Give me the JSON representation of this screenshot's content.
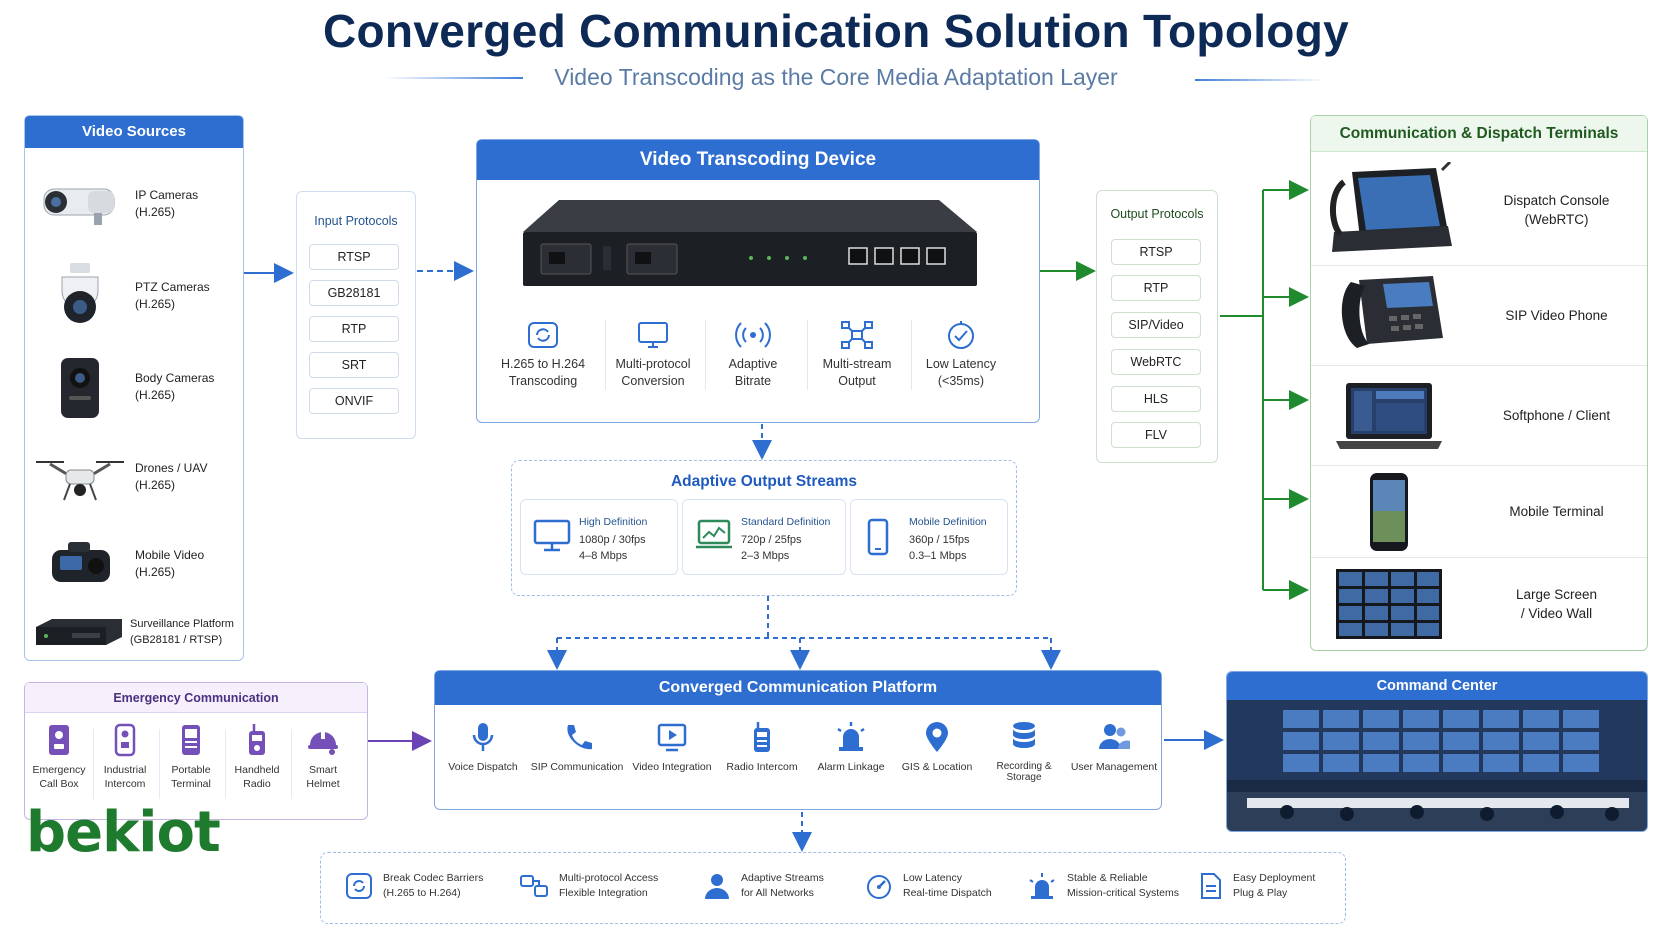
{
  "title": "Converged Communication Solution Topology",
  "subtitle": "Video Transcoding as the Core Media Adaptation Layer",
  "video_sources": {
    "heading": "Video Sources",
    "items": [
      {
        "label": "IP Cameras\n(H.265)",
        "icon": "ip-camera-icon"
      },
      {
        "label": "PTZ Cameras\n(H.265)",
        "icon": "ptz-camera-icon"
      },
      {
        "label": "Body Cameras\n(H.265)",
        "icon": "body-camera-icon"
      },
      {
        "label": "Drones / UAV\n(H.265)",
        "icon": "drone-icon"
      },
      {
        "label": "Mobile Video\n(H.265)",
        "icon": "mobile-video-icon"
      },
      {
        "label": "Surveillance Platform\n(GB28181 / RTSP)",
        "icon": "surveillance-platform-icon"
      }
    ]
  },
  "input_protocols": {
    "heading": "Input Protocols",
    "items": [
      "RTSP",
      "GB28181",
      "RTP",
      "SRT",
      "ONVIF"
    ]
  },
  "transcoder": {
    "heading": "Video Transcoding Device",
    "features": [
      {
        "label": "H.265 to H.264\nTranscoding",
        "icon": "transcode-icon"
      },
      {
        "label": "Multi-protocol\nConversion",
        "icon": "monitor-icon"
      },
      {
        "label": "Adaptive\nBitrate",
        "icon": "signal-icon"
      },
      {
        "label": "Multi-stream\nOutput",
        "icon": "network-icon"
      },
      {
        "label": "Low Latency\n(<35ms)",
        "icon": "gauge-icon"
      }
    ]
  },
  "output_protocols": {
    "heading": "Output Protocols",
    "items": [
      "RTSP",
      "RTP",
      "SIP/Video",
      "WebRTC",
      "HLS",
      "FLV"
    ]
  },
  "adaptive_streams": {
    "heading": "Adaptive Output Streams",
    "items": [
      {
        "title": "High Definition",
        "detail": "1080p / 30fps\n4–8 Mbps",
        "icon": "desktop-icon"
      },
      {
        "title": "Standard Definition",
        "detail": "720p / 25fps\n2–3 Mbps",
        "icon": "laptop-chart-icon"
      },
      {
        "title": "Mobile Definition",
        "detail": "360p / 15fps\n0.3–1 Mbps",
        "icon": "smartphone-icon"
      }
    ]
  },
  "terminals": {
    "heading": "Communication & Dispatch Terminals",
    "items": [
      {
        "label": "Dispatch Console\n(WebRTC)",
        "icon": "dispatch-console-icon"
      },
      {
        "label": "SIP Video Phone",
        "icon": "sip-phone-icon"
      },
      {
        "label": "Softphone / Client",
        "icon": "laptop-icon"
      },
      {
        "label": "Mobile Terminal",
        "icon": "mobile-terminal-icon"
      },
      {
        "label": "Large Screen\n/ Video Wall",
        "icon": "video-wall-icon"
      }
    ]
  },
  "emergency": {
    "heading": "Emergency Communication",
    "items": [
      {
        "label": "Emergency\nCall Box",
        "icon": "call-box-icon"
      },
      {
        "label": "Industrial\nIntercom",
        "icon": "intercom-icon"
      },
      {
        "label": "Portable\nTerminal",
        "icon": "portable-terminal-icon"
      },
      {
        "label": "Handheld\nRadio",
        "icon": "radio-icon"
      },
      {
        "label": "Smart\nHelmet",
        "icon": "helmet-icon"
      }
    ]
  },
  "platform": {
    "heading": "Converged Communication Platform",
    "items": [
      {
        "label": "Voice Dispatch",
        "icon": "microphone-icon"
      },
      {
        "label": "SIP Communication",
        "icon": "phone-icon"
      },
      {
        "label": "Video Integration",
        "icon": "video-play-icon"
      },
      {
        "label": "Radio Intercom",
        "icon": "walkie-talkie-icon"
      },
      {
        "label": "Alarm Linkage",
        "icon": "alarm-icon"
      },
      {
        "label": "GIS & Location",
        "icon": "location-pin-icon"
      },
      {
        "label": "Recording & Storage",
        "icon": "database-icon"
      },
      {
        "label": "User Management",
        "icon": "users-icon"
      }
    ]
  },
  "command_center": {
    "heading": "Command Center"
  },
  "benefits": [
    {
      "label": "Break Codec Barriers\n(H.265 to H.264)",
      "icon": "codec-icon"
    },
    {
      "label": "Multi-protocol Access\nFlexible Integration",
      "icon": "protocol-icon"
    },
    {
      "label": "Adaptive Streams\nfor All Networks",
      "icon": "person-icon"
    },
    {
      "label": "Low Latency\nReal-time Dispatch",
      "icon": "speed-icon"
    },
    {
      "label": "Stable & Reliable\nMission-critical Systems",
      "icon": "beacon-icon"
    },
    {
      "label": "Easy Deployment\nPlug & Play",
      "icon": "document-icon"
    }
  ],
  "logo": {
    "text": "bekiot"
  },
  "colors": {
    "primary": "#2e6ed1",
    "green": "#1f8a2e",
    "purple": "#6a43b5",
    "title": "#0d2a57"
  }
}
